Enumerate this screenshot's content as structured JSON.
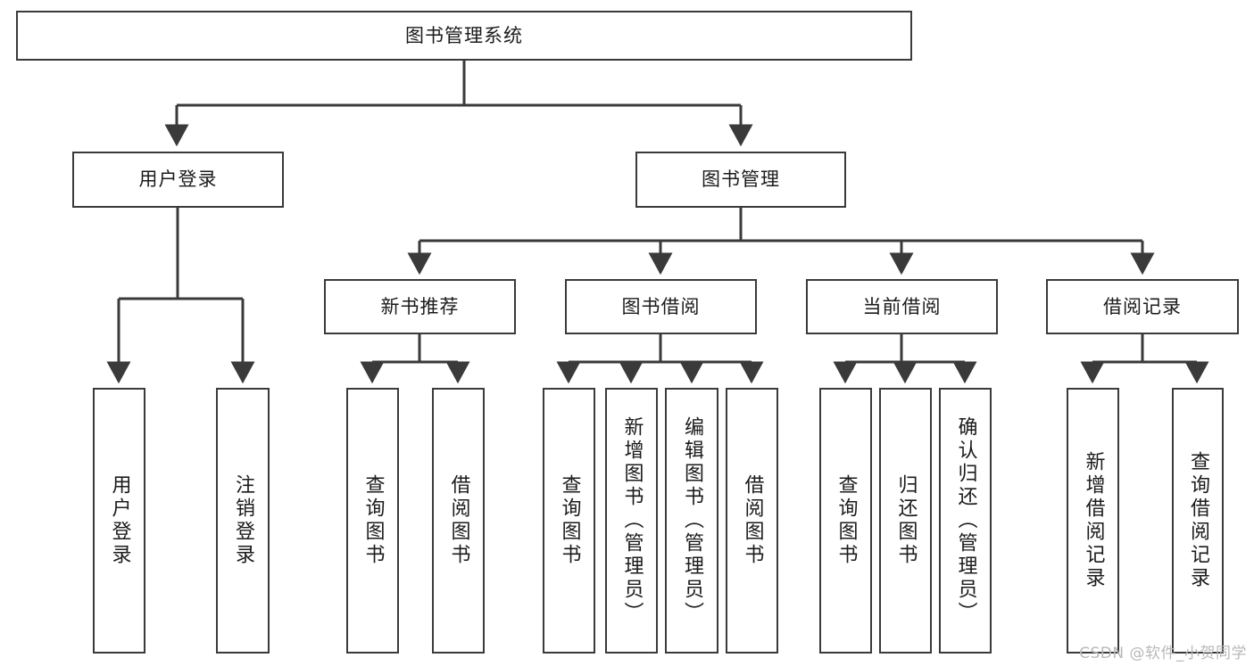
{
  "diagram": {
    "type": "tree",
    "title": "图书管理系统",
    "root": {
      "label": "图书管理系统"
    },
    "level1": [
      {
        "label": "用户登录"
      },
      {
        "label": "图书管理"
      }
    ],
    "level2": [
      {
        "label": "新书推荐"
      },
      {
        "label": "图书借阅"
      },
      {
        "label": "当前借阅"
      },
      {
        "label": "借阅记录"
      }
    ],
    "leaves": {
      "user_login": [
        {
          "label": "用户登录"
        },
        {
          "label": "注销登录"
        }
      ],
      "new_book": [
        {
          "label": "查询图书"
        },
        {
          "label": "借阅图书"
        }
      ],
      "book_borrow": [
        {
          "label": "查询图书"
        },
        {
          "label": "新增图书（管理员）"
        },
        {
          "label": "编辑图书（管理员）"
        },
        {
          "label": "借阅图书"
        }
      ],
      "current_borrow": [
        {
          "label": "查询图书"
        },
        {
          "label": "归还图书"
        },
        {
          "label": "确认归还（管理员）"
        }
      ],
      "borrow_record": [
        {
          "label": "新增借阅记录"
        },
        {
          "label": "查询借阅记录"
        }
      ]
    },
    "watermark": "CSDN @软件_小贺同学",
    "colors": {
      "stroke": "#3a3a3a",
      "background": "#ffffff",
      "text": "#1b1b1b",
      "watermark": "#b9b9b9"
    }
  }
}
